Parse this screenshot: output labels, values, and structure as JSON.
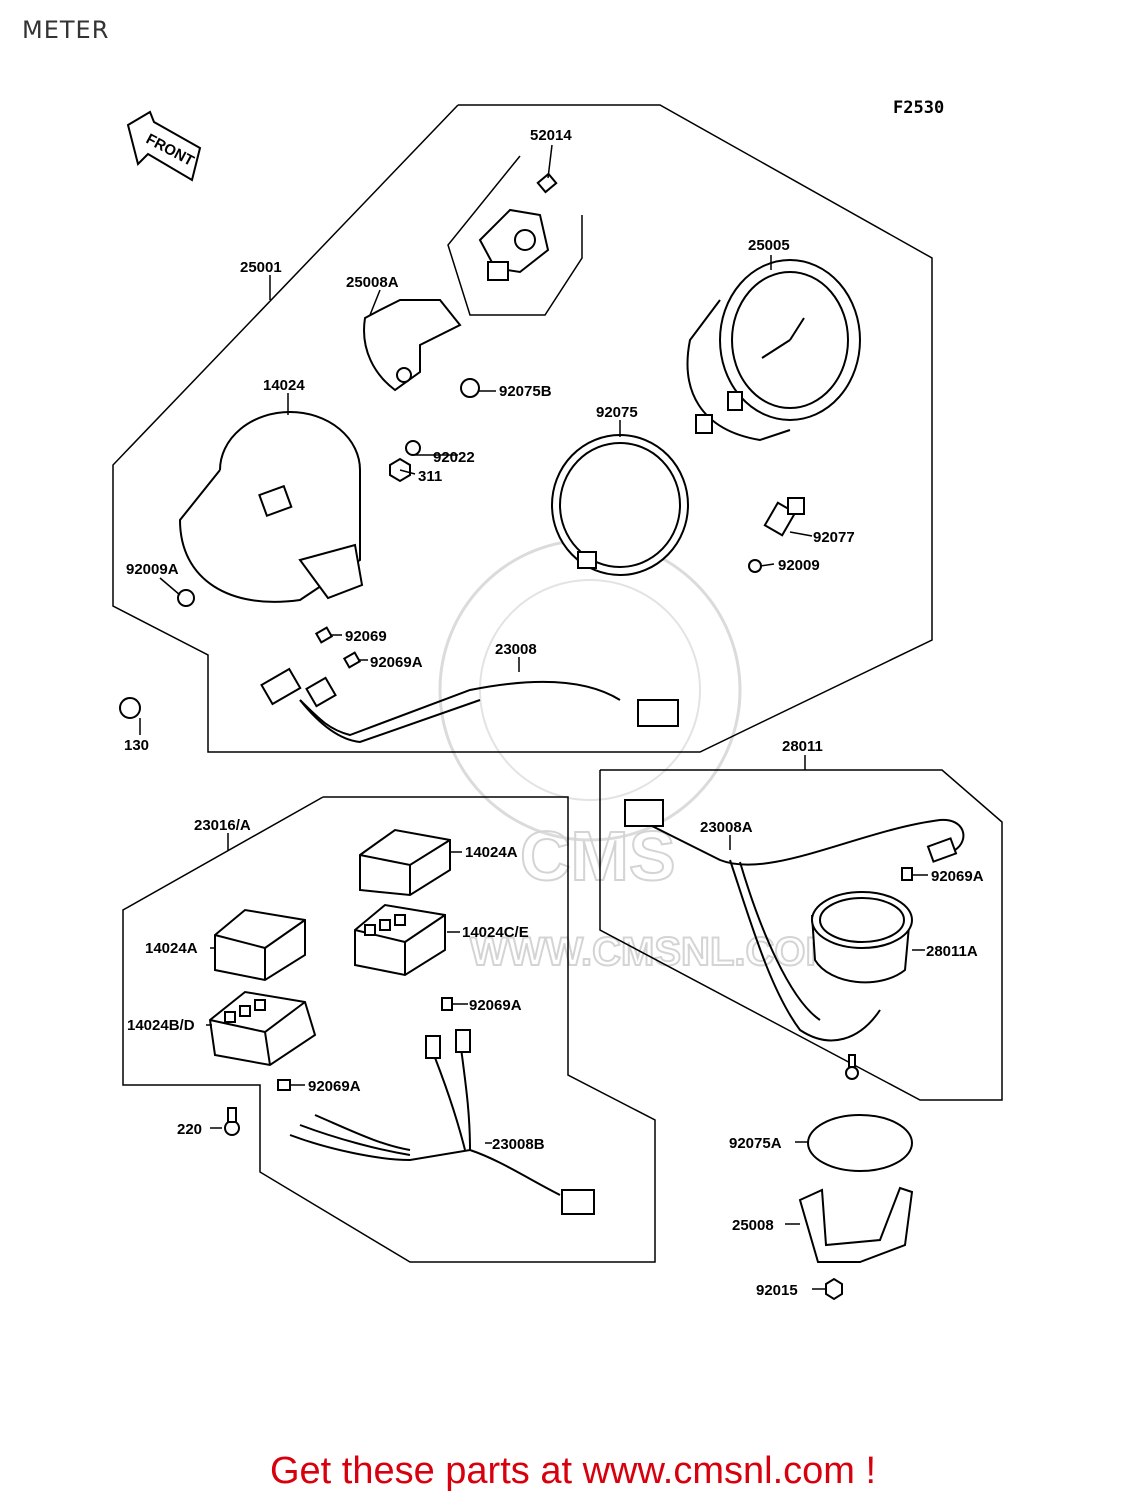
{
  "page": {
    "title": "METER",
    "figure_code": "F2530",
    "footer": "Get these parts at www.cmsnl.com !"
  },
  "diagram": {
    "front_arrow": "FRONT",
    "watermark": "WWW.CMSNL.COM",
    "watermark_brand": "CMS",
    "parts": {
      "p52014": "52014",
      "p25001": "25001",
      "p25008A": "25008A",
      "p25005": "25005",
      "p14024": "14024",
      "p92075B": "92075B",
      "p92075": "92075",
      "p92022": "92022",
      "p311": "311",
      "p92009A": "92009A",
      "p92077": "92077",
      "p92009": "92009",
      "p92069_top": "92069",
      "p92069A_top": "92069A",
      "p23008": "23008",
      "p130": "130",
      "p28011": "28011",
      "p23016A": "23016/A",
      "p14024A_right": "14024A",
      "p23008A": "23008A",
      "p92069A_right": "92069A",
      "p14024CE": "14024C/E",
      "p14024A_left": "14024A",
      "p28011A": "28011A",
      "p14024BD": "14024B/D",
      "p92069A_mid": "92069A",
      "p92069A_low": "92069A",
      "p220": "220",
      "p23008B": "23008B",
      "p92075A": "92075A",
      "p25008": "25008",
      "p92015": "92015"
    }
  }
}
